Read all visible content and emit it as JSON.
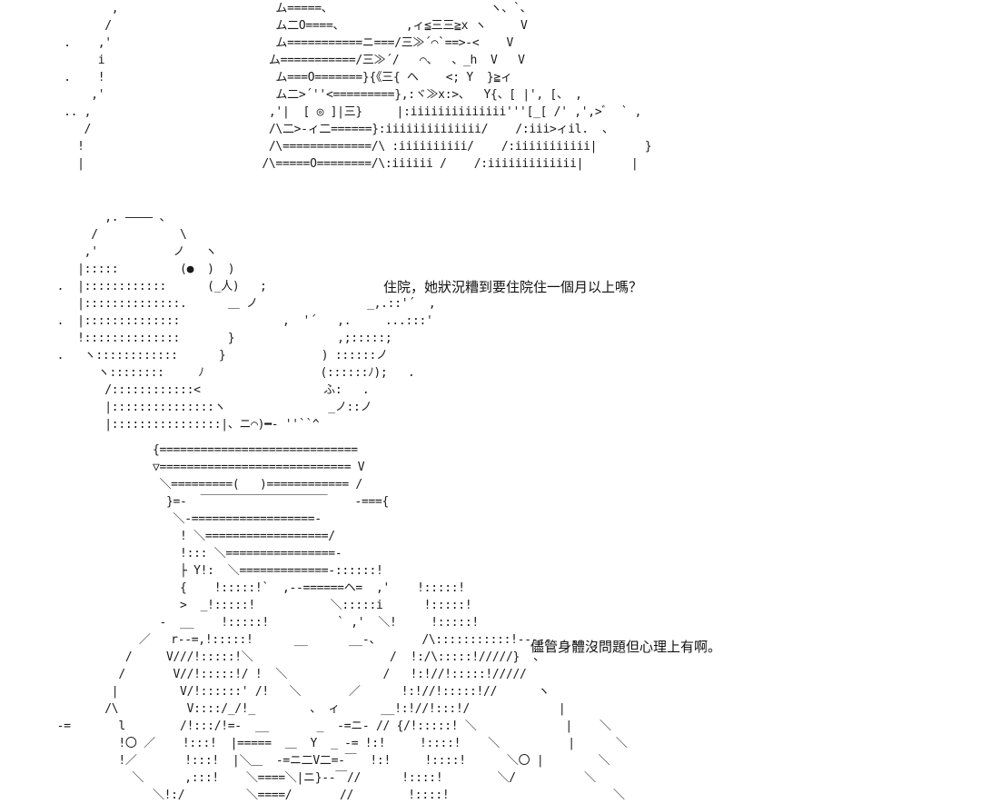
{
  "scene": {
    "art_top": "           ,                       ム=====、                       ヽ、`、\n          /                        ム二O====、         ,ィ≦三三≧x ヽ     V\n    .    ,'                        ム===========ニ===/三≫´⌒`==>-<    V\n         i                        ム===========/三≫´/   ⌒、  、_h  V   V\n    .    !                         ム===O=======}{《三{ ヘ    <; Y  }≧ィ\n        ,'                         ム二>´''<=========},:ヾ≫x:>、  Y{、[ |', [、 ,\n    .. ,                          ,'|  [ ◎ ]|三}     |:iiiiiiiiiiiiii'''[_[ /' ,',>ﾞ  ` ,\n       /                          /\\二>-ィ二======}:iiiiiiiiiiiiii/    /:iii>ィil.  、\n      !                           /\\=============/\\ :iiiiiiiiii/    /:iiiiiiiiiii|       }\n      |                          /\\=====O========/\\:iiiiii /    /:iiiiiiiiiiiii|       |",
    "art_mid": "          ,. ―――― 、\n        /            \\\n       ,'           ノ   ヽ\n      |:::::         (●  )  )\n   .  |::::::::::::      (_人)   ;\n      |::::::::::::::.      ＿ ノ                _,.::'´  ,\n   .  |::::::::::::::               ,  '´   ,.     ...:::'\n      !::::::::::::::       }               ,;:::::;\n   .   ヽ::::::::::::      }              ) ::::::ノ\n         ヽ::::::::     ﾉ                 (::::::ﾉ);   .\n          /::::::::::::<                  ふ:   .\n          |:::::::::::::::ヽ               _ノ::ノ\n          |::::::::::::::::|、ニ⌒)━‐ ''``^",
    "art_bottom": "                 {=============================\n                 ▽============================ V\n                  ＼=========(   )============ /\n                   }=-  ￣￣￣￣￣￣￣￣￣￣￣    -==={\n                    ＼-==================-\n                     ! ＼==================/\n                     !::: ＼================-\n                     ├ Y!:  ＼=============-::::::!\n                     {    !:::::!`  ,--======ヘ=  ,'    !:::::!\n                     >  _!:::::!           ＼:::::i      !:::::!\n                  -  __    !:::::!          ` ,'  ＼!     !:::::!\n               ／   r--=,!:::::!      __      __-、      /\\:::::::::::!-----   、\n             /     V///!:::::!＼                    /  !:/\\:::::!/////}  、\n            /       V//!:::::!/ !  ＼              /   !:!//!:::::!/////\n           |         V/!::::::' /!   ＼       ／      !:!//!:::::!//      ヽ\n          /\\          V::::/_/!_        、 ィ      __!:!//!:::!/             |\n   -=       l        /!:::/!=-  __       _  -=ニ- // {/!:::::! ＼             |    ＼\n            !〇 ／    !:::!  |=====  ＿  Y  _ -= !:!     !::::!    ＼          |      ＼\n            !／       !:::!  |＼＿  -=ニ二V二=-￣  !:!     !::::!      ＼〇 |        ＼\n              ＼      ,:::!    ＼====＼|ニ}--￣//      !::::!        ＼/          ＼\n                 ＼!:/         ＼====/       //        !::::!                        ＼"
  },
  "dialogue": [
    {
      "text": "住院，她狀況糟到要住院住一個月以上嗎？"
    },
    {
      "text": "儘管身體沒問題但心理上有啊。"
    }
  ]
}
